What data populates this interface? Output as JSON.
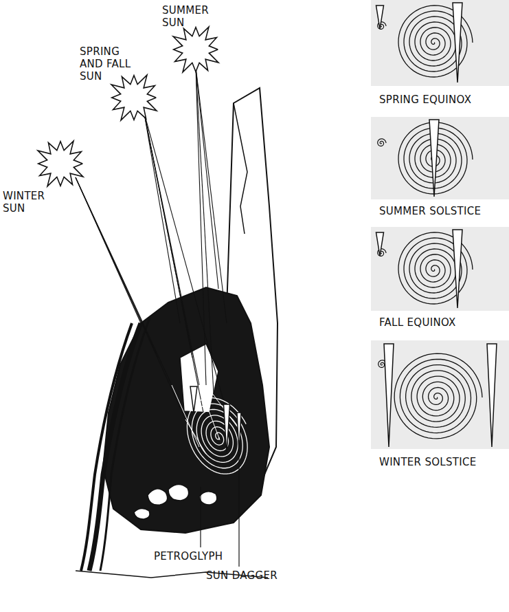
{
  "diagram": {
    "labels": [
      "SUMMER SUN",
      "SPRING AND FALL SUN",
      "WINTER SUN",
      "PETROGLYPH",
      "SUN DAGGER",
      "SPRING EQUINOX",
      "SUMMER SOLSTICE",
      "FALL EQUINOX",
      "WINTER SOLSTICE"
    ]
  }
}
